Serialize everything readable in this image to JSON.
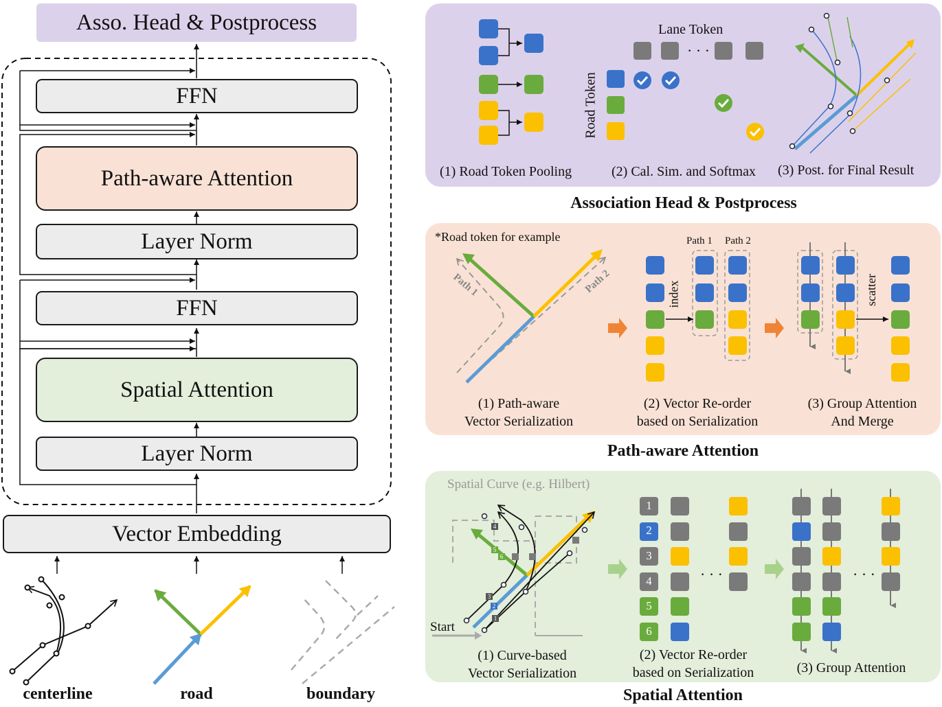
{
  "left": {
    "top_box": "Asso. Head & Postprocess",
    "ffn_top": "FFN",
    "path_attention": "Path-aware Attention",
    "layer_norm_1": "Layer Norm",
    "ffn_bottom": "FFN",
    "spatial_attention": "Spatial Attention",
    "layer_norm_2": "Layer Norm",
    "vector_embedding": "Vector Embedding",
    "inputs": [
      "centerline",
      "road",
      "boundary"
    ]
  },
  "assoc": {
    "title": "Association Head & Postprocess",
    "lane_token": "Lane Token",
    "road_token": "Road Token",
    "captions": [
      "(1) Road Token Pooling",
      "(2) Cal. Sim. and Softmax",
      "(3) Post. for Final Result"
    ]
  },
  "path": {
    "title": "Path-aware Attention",
    "note": "*Road token for example",
    "path1": "Path 1",
    "path2": "Path 2",
    "index": "index",
    "scatter": "scatter",
    "captions": [
      [
        "(1) Path-aware",
        "Vector Serialization"
      ],
      [
        "(2) Vector Re-order",
        "based on Serialization"
      ],
      [
        "(3) Group Attention",
        "And Merge"
      ]
    ]
  },
  "spatial": {
    "title": "Spatial Attention",
    "curve": "Spatial Curve (e.g. Hilbert)",
    "start": "Start",
    "numbers": [
      "1",
      "2",
      "3",
      "4",
      "5",
      "6"
    ],
    "captions": [
      [
        "(1) Curve-based",
        "Vector Serialization"
      ],
      [
        "(2) Vector Re-order",
        "based on Serialization"
      ],
      [
        "(3) Group Attention"
      ]
    ]
  },
  "colors": {
    "blue": "#3a72c9",
    "green": "#6aab3e",
    "yellow": "#fbc000",
    "gray": "#7a7a7a",
    "purple_panel": "#dcd1ea",
    "peach_panel": "#f9e2d5",
    "green_panel": "#e3eedb",
    "orange_arrow": "#f08436",
    "light_green_arrow": "#a8d28c"
  }
}
